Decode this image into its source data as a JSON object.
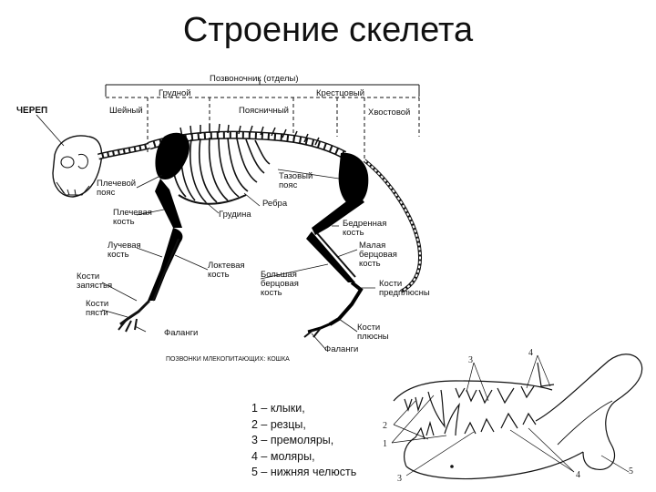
{
  "title": "Строение скелета",
  "skeleton": {
    "spine_header": "Позвоночник (отделы)",
    "sections": {
      "thoracic": "Грудной",
      "sacral": "Крестцовый",
      "cervical": "Шейный",
      "lumbar": "Поясничный",
      "caudal": "Хвостовой"
    },
    "labels": {
      "skull": "ЧЕРЕП",
      "shoulder_girdle_1": "Плечевой",
      "shoulder_girdle_2": "пояс",
      "humerus_1": "Плечевая",
      "humerus_2": "кость",
      "radius_1": "Лучевая",
      "radius_2": "кость",
      "carpals_1": "Кости",
      "carpals_2": "запястья",
      "metacarpals_1": "Кости",
      "metacarpals_2": "пясти",
      "phalanges_front": "Фаланги",
      "sternum": "Грудина",
      "ulna_1": "Локтевая",
      "ulna_2": "кость",
      "tibia_1": "Большая",
      "tibia_2": "берцовая",
      "tibia_3": "кость",
      "ribs": "Ребра",
      "pelvic_girdle_1": "Тазовый",
      "pelvic_girdle_2": "пояс",
      "femur_1": "Бедренная",
      "femur_2": "кость",
      "fibula_1": "Малая",
      "fibula_2": "берцовая",
      "fibula_3": "кость",
      "tarsals_1": "Кости",
      "tarsals_2": "предплюсны",
      "metatarsals_1": "Кости",
      "metatarsals_2": "плюсны",
      "phalanges_hind": "Фаланги"
    },
    "caption": "ПОЗВОНКИ МЛЕКОПИТАЮЩИХ: КОШКА"
  },
  "jaw": {
    "numbers": [
      "1",
      "2",
      "3",
      "4",
      "5"
    ]
  },
  "legend": [
    "1 – клыки,",
    "2 – резцы,",
    "3 – премоляры,",
    "4 – моляры,",
    "5 – нижняя челюсть"
  ],
  "colors": {
    "ink": "#111111",
    "bone": "#000000",
    "background": "#ffffff"
  }
}
